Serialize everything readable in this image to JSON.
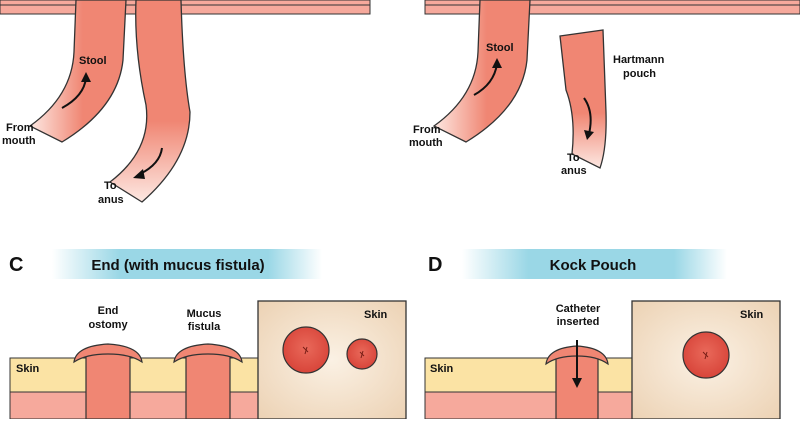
{
  "colors": {
    "bowel": "#f08673",
    "bowel_pale": "#fbd9cf",
    "stoma": "#e5584a",
    "skin": "#fbe3a4",
    "tissue": "#f6a99c",
    "skin_box": "#f1ddc4",
    "banner": "#9ad7e6"
  },
  "panel_a": {
    "stool": "Stool",
    "from_line1": "From",
    "from_line2": "mouth",
    "to_line1": "To",
    "to_line2": "anus"
  },
  "panel_b": {
    "stool": "Stool",
    "pouch_line1": "Hartmann",
    "pouch_line2": "pouch",
    "from_line1": "From",
    "from_line2": "mouth",
    "to_line1": "To",
    "to_line2": "anus"
  },
  "panel_c": {
    "letter": "C",
    "banner": "End (with mucus fistula)",
    "end_line1": "End",
    "end_line2": "ostomy",
    "mucus_line1": "Mucus",
    "mucus_line2": "fistula",
    "skin_layer": "Skin",
    "skin_box": "Skin"
  },
  "panel_d": {
    "letter": "D",
    "banner": "Kock Pouch",
    "cath_line1": "Catheter",
    "cath_line2": "inserted",
    "skin_layer": "Skin",
    "skin_box": "Skin"
  }
}
